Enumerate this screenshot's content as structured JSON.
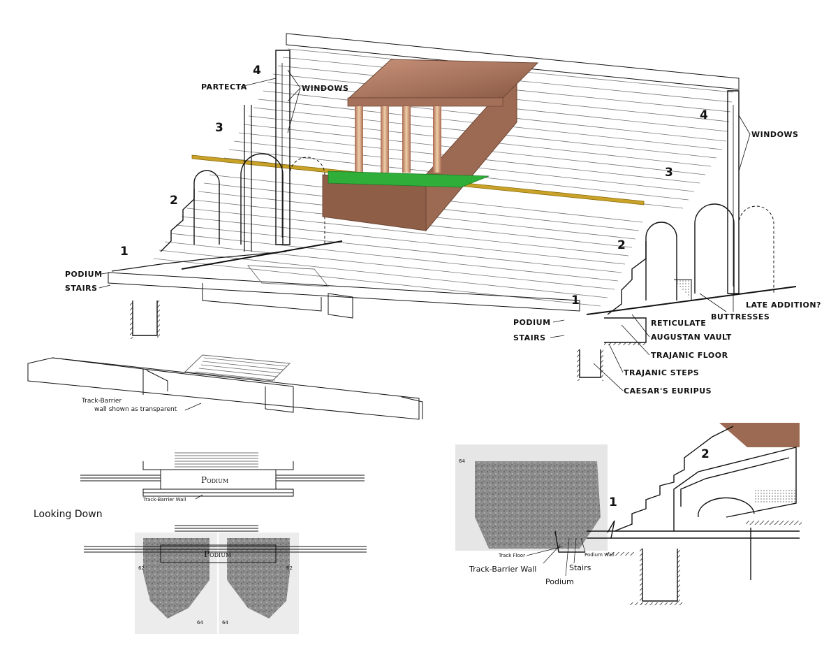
{
  "main_diagram": {
    "left_labels": {
      "partecta": "PARTECTA",
      "windows": "WINDOWS",
      "podium": "PODIUM",
      "stairs": "STAIRS",
      "tier_1": "1",
      "tier_2": "2",
      "tier_3": "3",
      "tier_4": "4"
    },
    "right_labels": {
      "windows": "WINDOWS",
      "tier_1": "1",
      "tier_2": "2",
      "tier_3": "3",
      "tier_4": "4",
      "podium": "PODIUM",
      "stairs": "STAIRS",
      "reticulate": "RETICULATE",
      "buttresses": "BUTTRESSES",
      "late_addition": "LATE ADDITION?",
      "augustan_vault": "AUGUSTAN VAULT",
      "trajanic_floor": "TRAJANIC FLOOR",
      "trajanic_steps": "TRAJANIC STEPS",
      "caesars_euripus": "CAESAR'S EURIPUS"
    }
  },
  "barrier_diagram": {
    "note_line1": "Track-Barrier",
    "note_line2": "wall shown as transparent"
  },
  "plan_views": {
    "looking_down": "Looking Down",
    "podium_label": "Podium",
    "track_barrier_wall": "Track-Barrier Wall",
    "podium_label_2": "Podium",
    "fragment_numbers": [
      "62",
      "64",
      "64",
      "62"
    ]
  },
  "section_detail": {
    "tier_1": "1",
    "tier_2": "2",
    "fragment_number": "64",
    "track_floor": "Track Floor",
    "podium_wall": "Podium Wall",
    "stairs": "Stairs",
    "track_barrier_wall": "Track-Barrier Wall",
    "podium": "Podium"
  },
  "colors": {
    "line": "#111111",
    "roof": "#b07a5e",
    "column": "#c98c72",
    "column_light": "#e8c0a0",
    "green_floor": "#2fae3a",
    "gold_bar": "#c9a227",
    "fragment_gray": "#9a9a9a"
  }
}
